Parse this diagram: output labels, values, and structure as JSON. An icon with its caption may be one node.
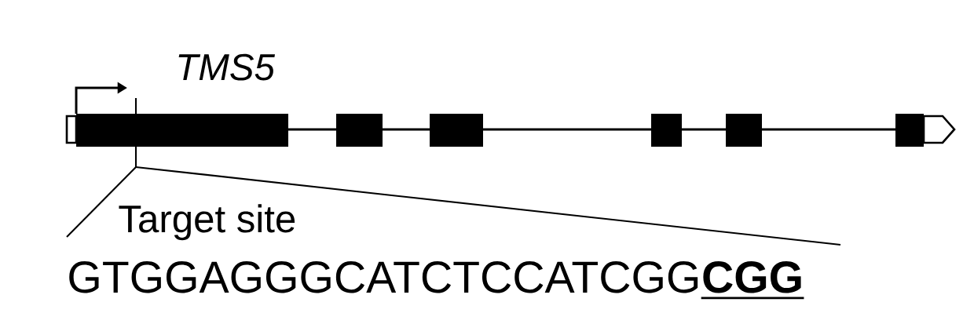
{
  "diagram": {
    "labels": [
      "TMS5",
      "Target site",
      "GTGGAGGGCATCTCCATCGG",
      "CGG"
    ]
  }
}
